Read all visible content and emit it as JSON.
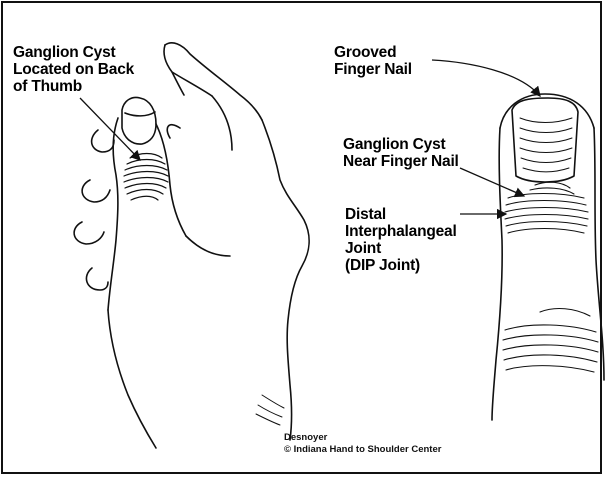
{
  "labels": {
    "thumb_cyst": [
      "Ganglion Cyst",
      "Located on Back",
      "of Thumb"
    ],
    "grooved_nail": [
      "Grooved",
      "Finger Nail"
    ],
    "nail_cyst": [
      "Ganglion Cyst",
      "Near Finger Nail"
    ],
    "dip_joint": [
      "Distal",
      "Interphalangeal",
      "Joint",
      "(DIP Joint)"
    ]
  },
  "credit": {
    "artist": "Desnoyer",
    "organization": "© Indiana Hand to Shoulder Center"
  },
  "colors": {
    "ink": "#111111",
    "background": "#ffffff"
  }
}
